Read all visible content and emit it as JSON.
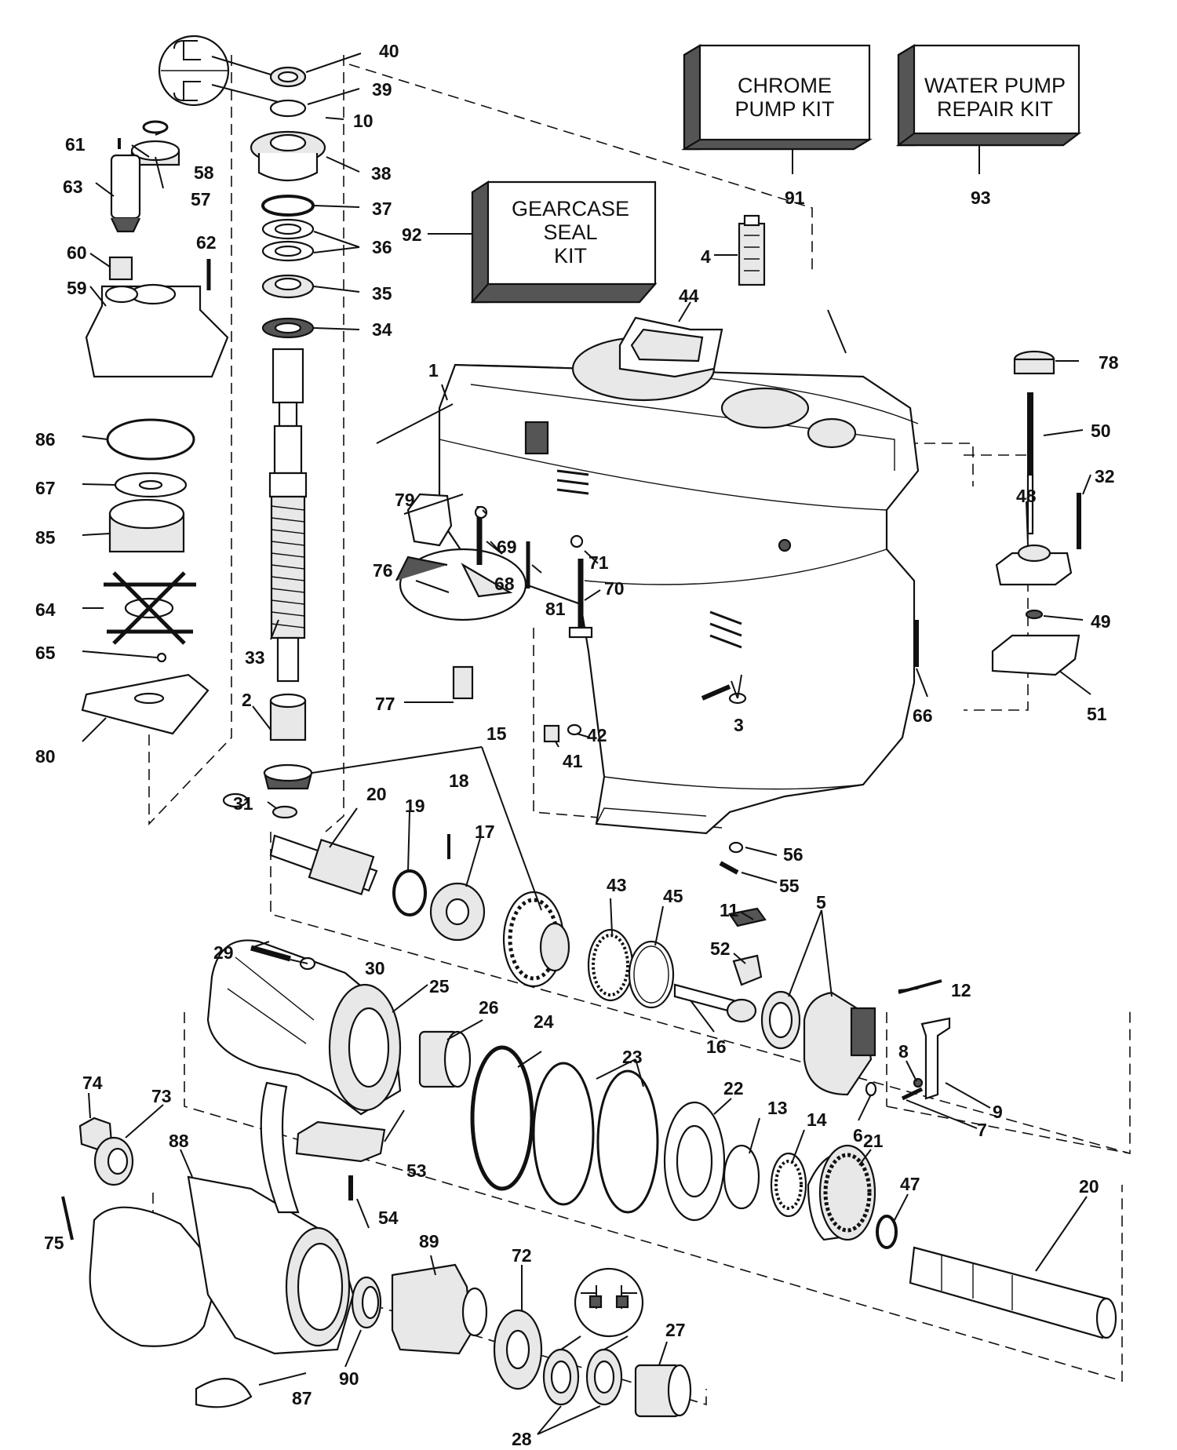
{
  "kits": {
    "chrome_pump": [
      "CHROME",
      "PUMP KIT"
    ],
    "water_pump": [
      "WATER PUMP",
      "REPAIR KIT"
    ],
    "gearcase_seal": [
      "GEARCASE",
      "SEAL",
      "KIT"
    ]
  },
  "callouts": {
    "c1": "1",
    "c2": "2",
    "c3": "3",
    "c4": "4",
    "c5": "5",
    "c6": "6",
    "c7": "7",
    "c8": "8",
    "c9": "9",
    "c10": "10",
    "c11": "11",
    "c12": "12",
    "c13": "13",
    "c14": "14",
    "c15": "15",
    "c16": "16",
    "c17": "17",
    "c18": "18",
    "c19": "19",
    "c20a": "20",
    "c20b": "20",
    "c21": "21",
    "c22": "22",
    "c23": "23",
    "c24": "24",
    "c25": "25",
    "c26": "26",
    "c27": "27",
    "c28": "28",
    "c29": "29",
    "c30": "30",
    "c31": "31",
    "c32": "32",
    "c33": "33",
    "c34": "34",
    "c35": "35",
    "c36": "36",
    "c37": "37",
    "c38": "38",
    "c39": "39",
    "c40": "40",
    "c41": "41",
    "c42": "42",
    "c43": "43",
    "c44": "44",
    "c45": "45",
    "c47": "47",
    "c48": "48",
    "c49": "49",
    "c50": "50",
    "c51": "51",
    "c52": "52",
    "c53": "53",
    "c54": "54",
    "c55": "55",
    "c56": "56",
    "c57": "57",
    "c58": "58",
    "c59": "59",
    "c60": "60",
    "c61": "61",
    "c62": "62",
    "c63": "63",
    "c64": "64",
    "c65": "65",
    "c66": "66",
    "c67": "67",
    "c68": "68",
    "c69": "69",
    "c70": "70",
    "c71": "71",
    "c72": "72",
    "c73": "73",
    "c74": "74",
    "c75": "75",
    "c76": "76",
    "c77": "77",
    "c78": "78",
    "c79": "79",
    "c80": "80",
    "c81": "81",
    "c85": "85",
    "c86": "86",
    "c87": "87",
    "c88": "88",
    "c89": "89",
    "c90": "90",
    "c91": "91",
    "c92": "92",
    "c93": "93"
  }
}
